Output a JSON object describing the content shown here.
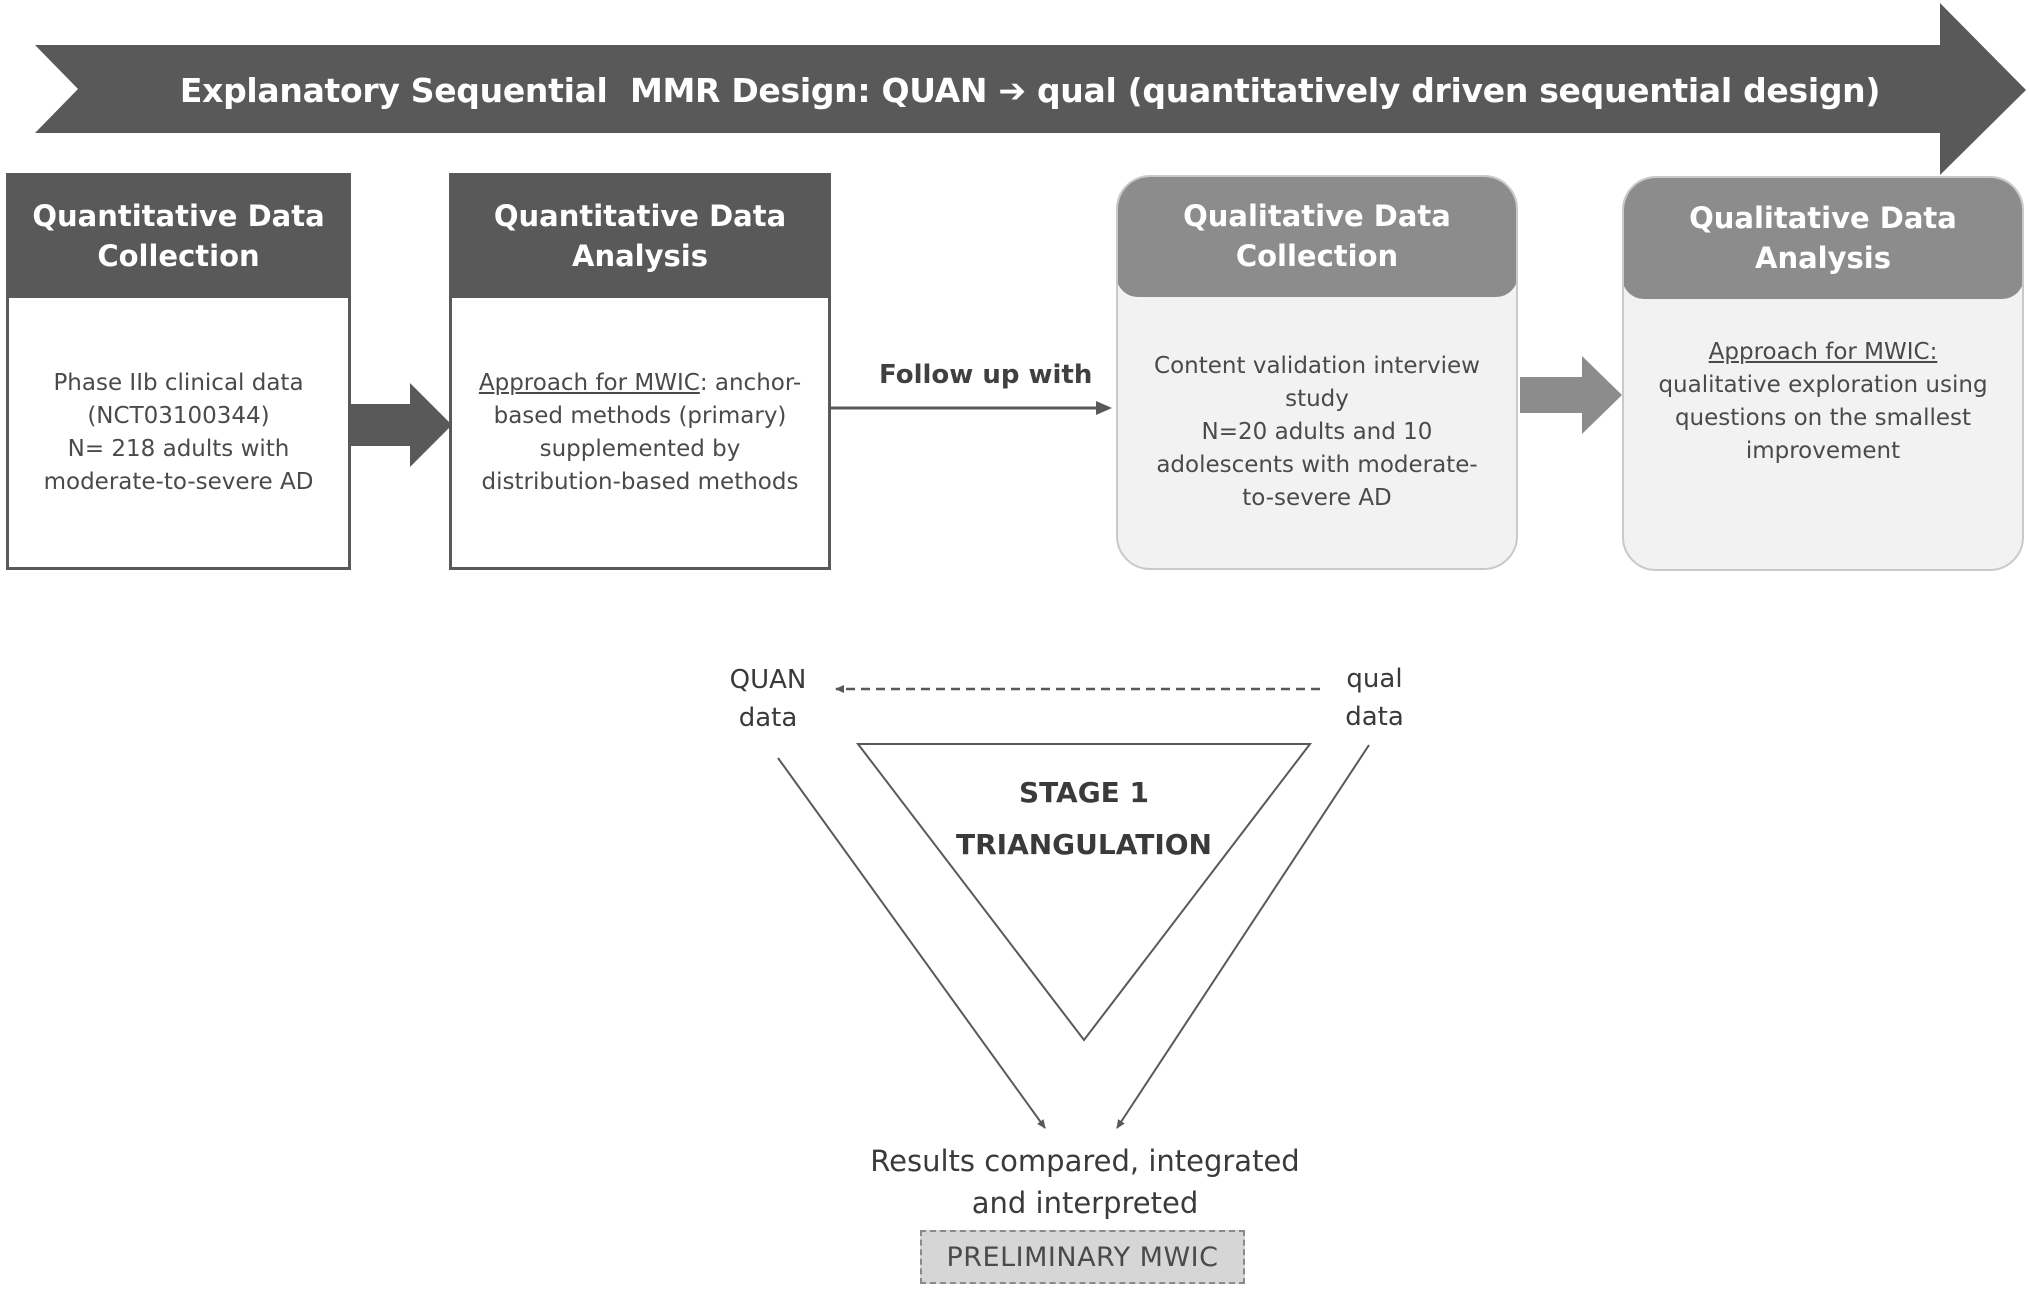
{
  "banner": {
    "title": "Explanatory Sequential  MMR Design: QUAN ➔ qual (quantitatively driven sequential design)"
  },
  "boxes": [
    {
      "id": "quant-collection",
      "header": "Quantitative Data Collection",
      "body_lines": [
        "Phase IIb clinical data",
        "(NCT03100344)",
        "N= 218 adults with",
        "moderate-to-severe AD"
      ]
    },
    {
      "id": "quant-analysis",
      "header": "Quantitative Data Analysis",
      "body_underlined": "Approach for MWIC",
      "body_text": ": anchor-based methods (primary) supplemented by distribution-based methods"
    },
    {
      "id": "qual-collection",
      "header": "Qualitative Data Collection",
      "body_lines": [
        "Content validation interview study",
        "N=20 adults and 10 adolescents with moderate-to-severe AD"
      ]
    },
    {
      "id": "qual-analysis",
      "header": "Qualitative Data Analysis",
      "body_underlined": "Approach for MWIC:",
      "body_text": "qualitative exploration using questions on the smallest improvement"
    }
  ],
  "connector": {
    "follow_up_label": "Follow up with"
  },
  "triangulation": {
    "quan_label": "QUAN data",
    "qual_label": "qual data",
    "stage_line1": "STAGE 1",
    "stage_line2": "TRIANGULATION",
    "results_text": "Results compared, integrated and interpreted",
    "preliminary_label": "PRELIMINARY MWIC"
  },
  "colors": {
    "dark_gray": "#595959",
    "medium_gray": "#8c8c8c",
    "light_fill": "#f2f2f2"
  }
}
